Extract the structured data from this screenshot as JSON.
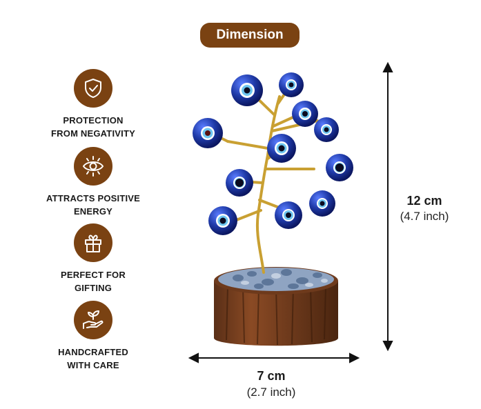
{
  "title": "Dimension",
  "features": [
    {
      "icon": "shield-check-icon",
      "line1": "PROTECTION",
      "line2": "FROM NEGATIVITY"
    },
    {
      "icon": "eye-icon",
      "line1": "ATTRACTS POSITIVE",
      "line2": "ENERGY"
    },
    {
      "icon": "gift-icon",
      "line1": "PERFECT FOR",
      "line2": "GIFTING"
    },
    {
      "icon": "hand-plant-icon",
      "line1": "HANDCRAFTED",
      "line2": "WITH CARE"
    }
  ],
  "height": {
    "metric": "12 cm",
    "imperial": "(4.7 inch)"
  },
  "width": {
    "metric": "7 cm",
    "imperial": "(2.7 inch)"
  },
  "colors": {
    "accent": "#7a4212",
    "text": "#1a1a1a",
    "bead_blue": "#1f3aa8",
    "wire_gold": "#c9a032"
  }
}
